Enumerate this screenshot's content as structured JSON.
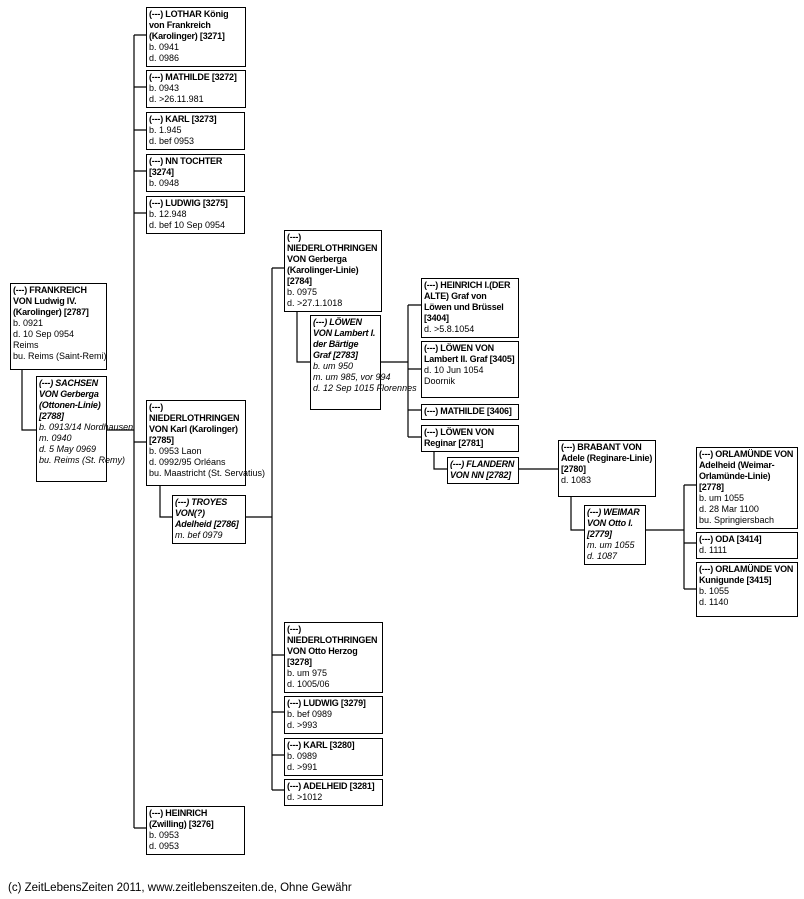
{
  "persons": [
    {
      "id": "3271",
      "title": "(---) LOTHAR König von Frankreich (Karolinger) [3271]",
      "details": [
        "b. 0941",
        "d. 0986"
      ],
      "italic": false
    },
    {
      "id": "3272",
      "title": "(---) MATHILDE [3272]",
      "details": [
        "b. 0943",
        "d. >26.11.981"
      ],
      "italic": false
    },
    {
      "id": "3273",
      "title": "(---) KARL [3273]",
      "details": [
        "b. 1.945",
        "d. bef 0953"
      ],
      "italic": false
    },
    {
      "id": "3274",
      "title": "(---) NN TOCHTER [3274]",
      "details": [
        "b. 0948"
      ],
      "italic": false
    },
    {
      "id": "3275",
      "title": "(---) LUDWIG [3275]",
      "details": [
        "b. 12.948",
        "d. bef 10 Sep 0954"
      ],
      "italic": false
    },
    {
      "id": "2787",
      "title": "(---) FRANKREICH VON Ludwig IV.(Karolinger) [2787]",
      "details": [
        "b. 0921",
        "d. 10 Sep 0954",
        "Reims",
        "bu.  Reims (Saint-Remi)"
      ],
      "italic": false
    },
    {
      "id": "2788",
      "title": "(---) SACHSEN VON Gerberga (Ottonen-Linie) [2788]",
      "details": [
        "b. 0913/14 Nordhausen",
        "m. 0940",
        "d. 5 May 0969",
        "bu.  Reims (St. Remy)"
      ],
      "italic": true
    },
    {
      "id": "2785",
      "title": "(---) NIEDERLOTHRINGEN VON Karl (Karolinger) [2785]",
      "details": [
        "b. 0953 Laon",
        "d. 0992/95 Orléans",
        "bu.  Maastricht (St. Servatius)"
      ],
      "italic": false
    },
    {
      "id": "2786",
      "title": "(---) TROYES VON(?) Adelheid [2786]",
      "details": [
        "m. bef 0979"
      ],
      "italic": true
    },
    {
      "id": "3276",
      "title": "(---) HEINRICH (Zwilling) [3276]",
      "details": [
        "b. 0953",
        "d. 0953"
      ],
      "italic": false
    },
    {
      "id": "2784",
      "title": "(---) NIEDERLOTHRINGEN VON Gerberga (Karolinger-Linie) [2784]",
      "details": [
        "b. 0975",
        "d. >27.1.1018"
      ],
      "italic": false
    },
    {
      "id": "2783",
      "title": "(---) LÖWEN VON Lambert I. der Bärtige Graf [2783]",
      "details": [
        "b. um 950",
        "m. um 985, vor 994",
        "d. 12 Sep 1015 Florennes"
      ],
      "italic": true
    },
    {
      "id": "3404",
      "title": "(---) HEINRICH I.(DER ALTE) Graf von Löwen und Brüssel [3404]",
      "details": [
        "d. >5.8.1054"
      ],
      "italic": false
    },
    {
      "id": "3405",
      "title": "(---) LÖWEN VON Lambert II. Graf [3405]",
      "details": [
        "d. 10 Jun 1054",
        "Doornik"
      ],
      "italic": false
    },
    {
      "id": "3406",
      "title": "(---) MATHILDE [3406]",
      "details": [],
      "italic": false
    },
    {
      "id": "2781",
      "title": "(---) LÖWEN VON Reginar [2781]",
      "details": [],
      "italic": false
    },
    {
      "id": "2782",
      "title": "(---) FLANDERN VON NN [2782]",
      "details": [],
      "italic": true
    },
    {
      "id": "2780",
      "title": "(---) BRABANT VON Adele (Reginare-Linie) [2780]",
      "details": [
        "d. 1083"
      ],
      "italic": false
    },
    {
      "id": "2779",
      "title": "(---) WEIMAR VON Otto I. [2779]",
      "details": [
        "m. um 1055",
        "d. 1087"
      ],
      "italic": true
    },
    {
      "id": "2778",
      "title": "(---) ORLAMÜNDE VON Adelheid (Weimar-Orlamünde-Linie) [2778]",
      "details": [
        "b. um 1055",
        "d. 28 Mar 1100",
        "bu.  Springiersbach"
      ],
      "italic": false
    },
    {
      "id": "3414",
      "title": "(---) ODA [3414]",
      "details": [
        "d. 1111"
      ],
      "italic": false
    },
    {
      "id": "3415",
      "title": "(---) ORLAMÜNDE VON Kunigunde [3415]",
      "details": [
        "b. 1055",
        "d. 1140"
      ],
      "italic": false
    },
    {
      "id": "3278",
      "title": "(---) NIEDERLOTHRINGEN VON Otto Herzog [3278]",
      "details": [
        "b. um 975",
        "d. 1005/06"
      ],
      "italic": false
    },
    {
      "id": "3279",
      "title": "(---) LUDWIG [3279]",
      "details": [
        "b. bef 0989",
        "d. >993"
      ],
      "italic": false
    },
    {
      "id": "3280",
      "title": "(---) KARL [3280]",
      "details": [
        "b. 0989",
        "d. >991"
      ],
      "italic": false
    },
    {
      "id": "3281",
      "title": "(---) ADELHEID [3281]",
      "details": [
        "d. >1012"
      ],
      "italic": false
    }
  ],
  "footer": "(c) ZeitLebensZeiten 2011, www.zeitlebenszeiten.de, Ohne Gewähr"
}
